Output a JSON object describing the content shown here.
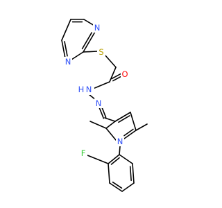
{
  "diagram": {
    "type": "chemical-structure",
    "colors": {
      "bond": "#000000",
      "carbon": "#000000",
      "nitrogen": "#3050F8",
      "oxygen": "#FF0D0D",
      "sulfur": "#B8A000",
      "fluorine": "#33CC33",
      "background": "#ffffff"
    },
    "atom_labels": {
      "n_pyr_a": "N",
      "n_pyr_b": "N",
      "s": "S",
      "o": "O",
      "nh": "N",
      "h": "H",
      "n_imine": "N",
      "n_pyrrole": "N",
      "f": "F"
    }
  }
}
